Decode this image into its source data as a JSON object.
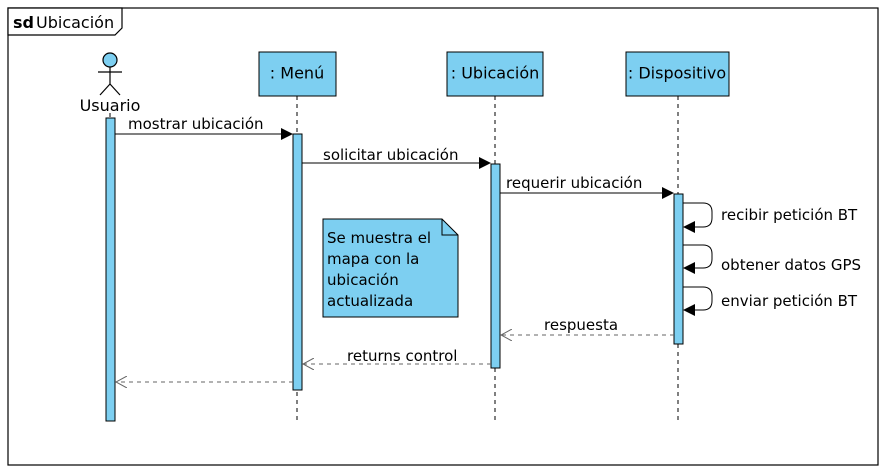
{
  "frame": {
    "keyword": "sd",
    "name": "Ubicación"
  },
  "actor": {
    "name": "Usuario"
  },
  "lifelines": [
    {
      "label": ": Menú"
    },
    {
      "label": ": Ubicación"
    },
    {
      "label": ": Dispositivo"
    }
  ],
  "messages": [
    {
      "label": "mostrar ubicación",
      "kind": "sync"
    },
    {
      "label": "solicitar ubicación",
      "kind": "sync"
    },
    {
      "label": "requerir ubicación",
      "kind": "sync"
    },
    {
      "label": "recibir petición BT",
      "kind": "self"
    },
    {
      "label": "obtener datos GPS",
      "kind": "self"
    },
    {
      "label": "enviar petición BT",
      "kind": "self"
    },
    {
      "label": "respuesta",
      "kind": "return"
    },
    {
      "label": "returns control",
      "kind": "return"
    },
    {
      "label": "",
      "kind": "return"
    }
  ],
  "note": {
    "lines": [
      "Se muestra el",
      "mapa con la",
      "ubicación",
      "actualizada"
    ]
  },
  "colors": {
    "fill": "#7dcff1",
    "stroke": "#000000",
    "return_stroke": "#666666"
  }
}
